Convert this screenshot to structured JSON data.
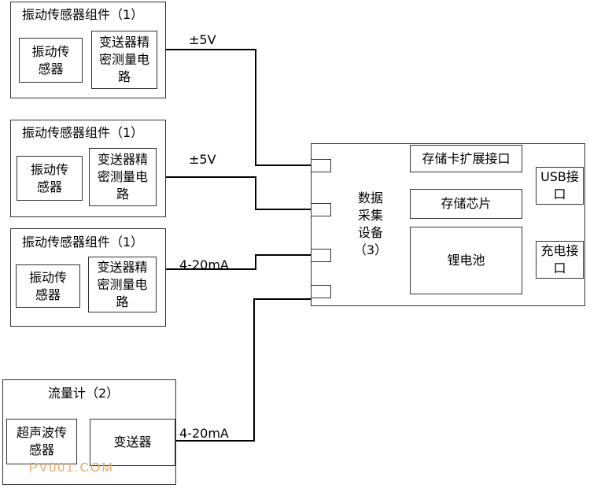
{
  "sensor_assembly_1": {
    "title": "振动传感器组件（1）",
    "sensor": "振动传\n感器",
    "transmitter": "变送器精\n密测量电\n路",
    "signal": "±5V"
  },
  "sensor_assembly_2": {
    "title": "振动传感器组件（1）",
    "sensor": "振动传\n感器",
    "transmitter": "变送器精\n密测量电\n路",
    "signal": "±5V"
  },
  "sensor_assembly_3": {
    "title": "振动传感器组件（1）",
    "sensor": "振动传\n感器",
    "transmitter": "变送器精\n密测量电\n路",
    "signal": "4-20mA"
  },
  "flowmeter": {
    "title": "流量计（2）",
    "sensor": "超声波传\n感器",
    "transmitter": "变送器",
    "signal": "4-20mA"
  },
  "daq": {
    "label": "数据\n采集\n设备\n（3）",
    "storage_card": "存储卡扩展接口",
    "storage_chip": "存储芯片",
    "battery": "锂电池",
    "usb": "USB接\n口",
    "charge": "充电接\n口"
  },
  "watermark": "PV001.COM"
}
